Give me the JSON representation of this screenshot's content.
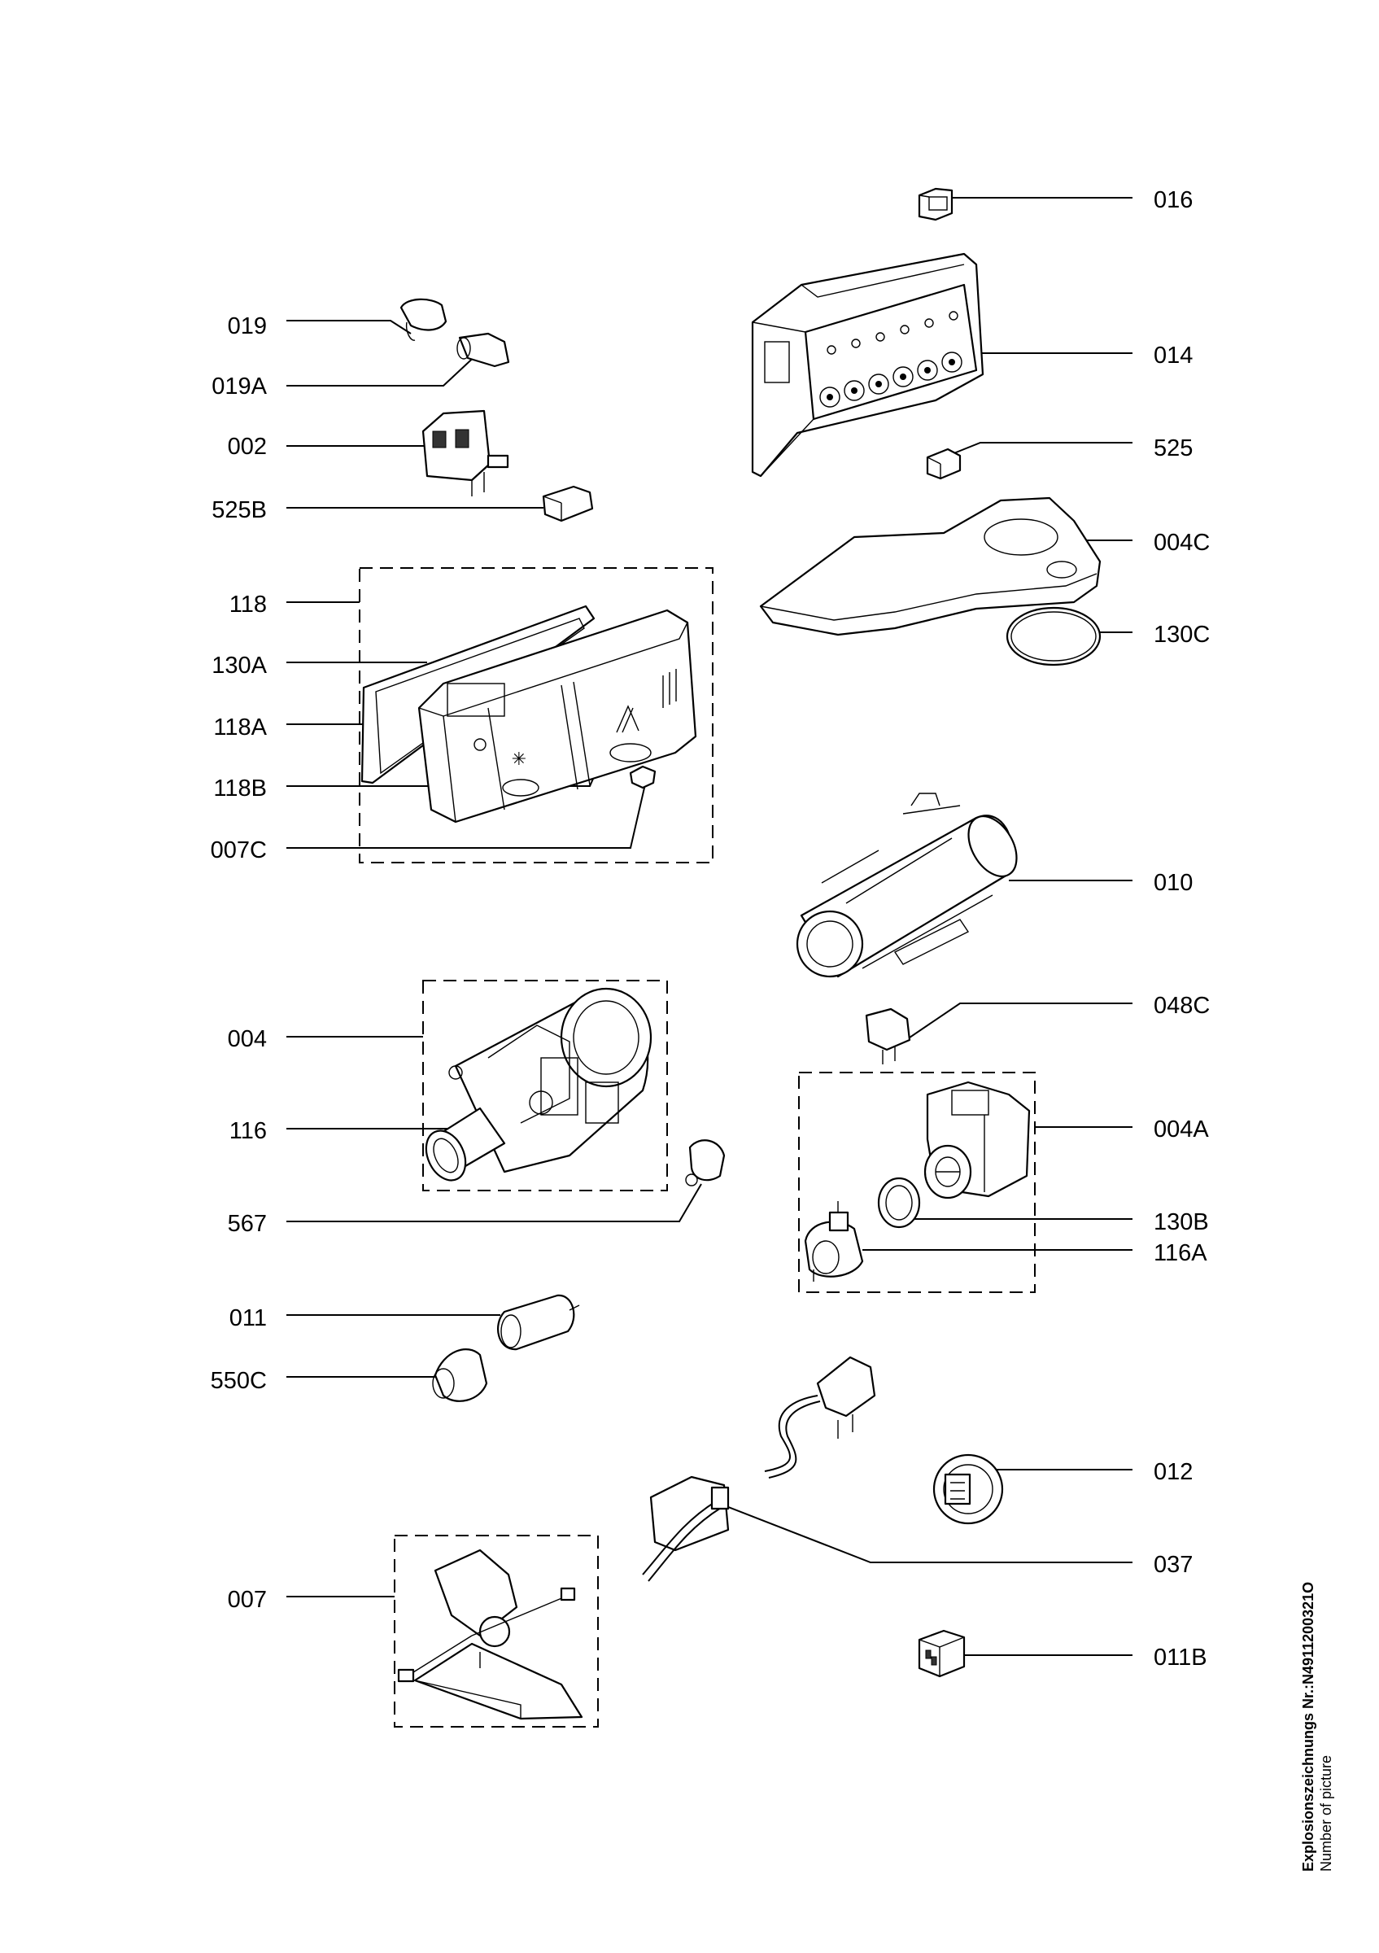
{
  "labels": {
    "l016": "016",
    "l014": "014",
    "l525": "525",
    "l004C": "004C",
    "l130C": "130C",
    "l019": "019",
    "l019A": "019A",
    "l002": "002",
    "l525B": "525B",
    "l118": "118",
    "l130A": "130A",
    "l118A": "118A",
    "l118B": "118B",
    "l007C": "007C",
    "l010": "010",
    "l048C": "048C",
    "l004": "004",
    "l116": "116",
    "l567": "567",
    "l004A": "004A",
    "l130B": "130B",
    "l116A": "116A",
    "l011": "011",
    "l550C": "550C",
    "l012": "012",
    "l037": "037",
    "l007": "007",
    "l011B": "011B"
  },
  "caption": {
    "line1": "Explosionszeichnungs Nr.:N4911200321O",
    "line2": "Number of picture"
  }
}
